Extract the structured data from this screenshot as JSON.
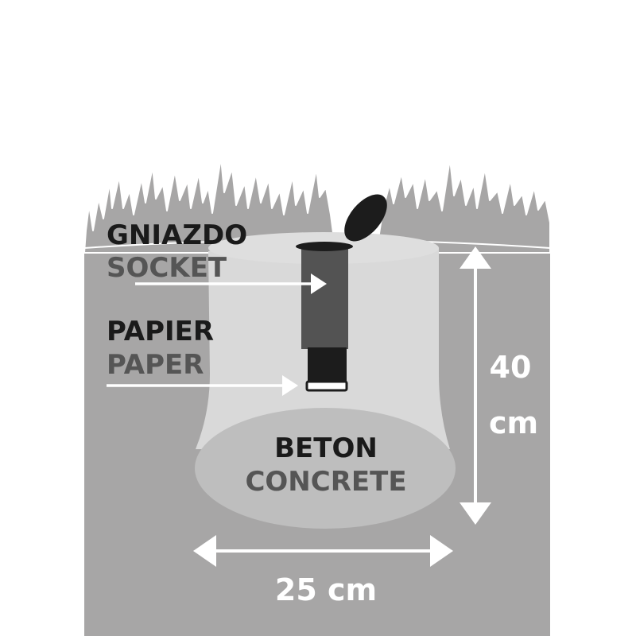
{
  "labels": {
    "socket_pl": "GNIAZDO",
    "socket_en": "SOCKET",
    "paper_pl": "PAPIER",
    "paper_en": "PAPER",
    "concrete_pl": "BETON",
    "concrete_en": "CONCRETE",
    "depth_value": "40",
    "depth_unit": "cm",
    "width": "25 cm"
  },
  "colors": {
    "soil": "#a7a6a6",
    "grass": "#a7a6a6",
    "hole": "#d9d9d9",
    "concrete": "#bebebe",
    "socket_body": "#535353",
    "socket_lower": "#1c1c1c",
    "arrow": "#ffffff",
    "text_dark": "#1a1a1a",
    "text_gray": "#555555"
  }
}
